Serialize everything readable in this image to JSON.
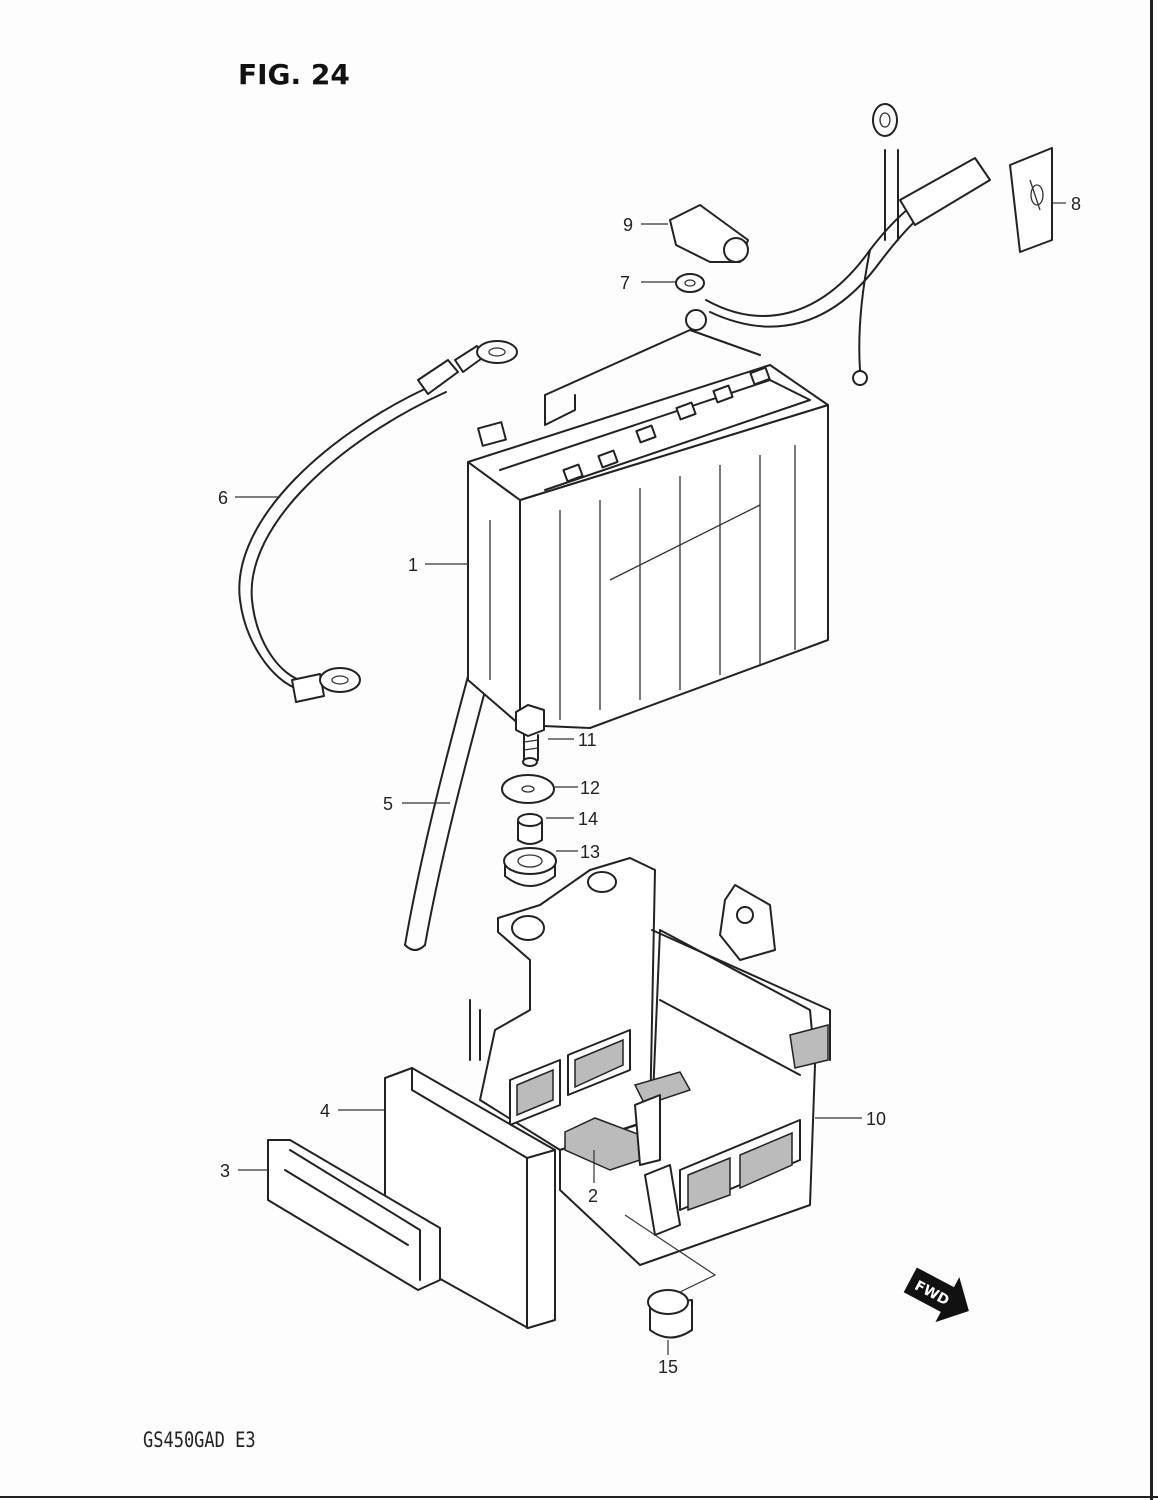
{
  "figure": {
    "title": "FIG. 24",
    "model_code": "GS450GAD E3",
    "direction_badge": "FWD"
  },
  "callouts": [
    {
      "id": "1",
      "label": "1"
    },
    {
      "id": "2",
      "label": "2"
    },
    {
      "id": "3",
      "label": "3"
    },
    {
      "id": "4",
      "label": "4"
    },
    {
      "id": "5",
      "label": "5"
    },
    {
      "id": "6",
      "label": "6"
    },
    {
      "id": "7",
      "label": "7"
    },
    {
      "id": "8",
      "label": "8"
    },
    {
      "id": "9",
      "label": "9"
    },
    {
      "id": "10",
      "label": "10"
    },
    {
      "id": "11",
      "label": "11"
    },
    {
      "id": "12",
      "label": "12"
    },
    {
      "id": "13",
      "label": "13"
    },
    {
      "id": "14",
      "label": "14"
    },
    {
      "id": "15",
      "label": "15"
    }
  ]
}
